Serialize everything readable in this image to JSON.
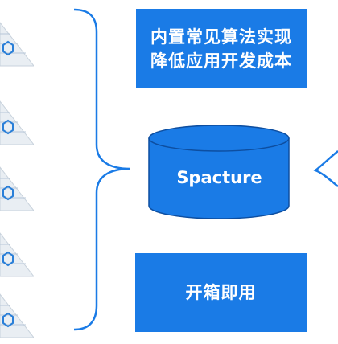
{
  "diagram": {
    "top_box": {
      "line1": "内置常见算法实现",
      "line2": "降低应用开发成本"
    },
    "center_node": {
      "label": "Spacture"
    },
    "bottom_box": {
      "label": "开箱即用"
    },
    "thumbnails": [
      {
        "name": "thumbnail-1"
      },
      {
        "name": "thumbnail-2"
      },
      {
        "name": "thumbnail-3"
      },
      {
        "name": "thumbnail-4"
      },
      {
        "name": "thumbnail-5"
      }
    ],
    "colors": {
      "box_fill": "#1a7be6",
      "cylinder_fill": "#1a7be6",
      "cylinder_stroke": "#0d4ea0",
      "brace_stroke": "#1a7be6",
      "text": "#ffffff"
    }
  }
}
